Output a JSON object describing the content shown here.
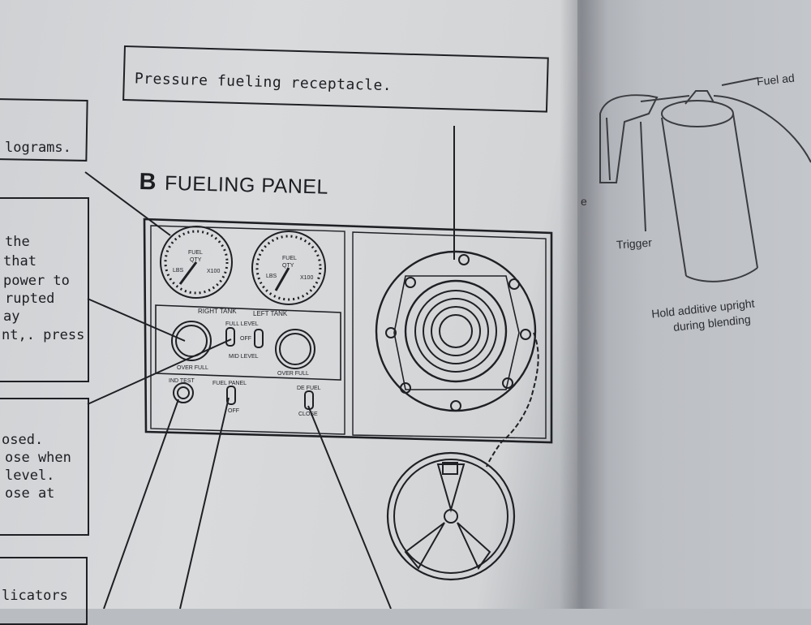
{
  "callout": {
    "text": "Pressure fueling receptacle."
  },
  "heading": {
    "letter": "B",
    "title": "FUELING PANEL"
  },
  "left_fragments": {
    "box1": [
      "lograms."
    ],
    "box2": [
      "the",
      "that",
      "power to",
      "rupted",
      "ay",
      "nt,. press"
    ],
    "box3": [
      "osed.",
      "ose when",
      "level.",
      "ose at"
    ],
    "box4": [
      "licators"
    ]
  },
  "panel_labels": {
    "gauge_fuel": "FUEL",
    "gauge_qty": "QTY",
    "gauge_lbs": "LBS",
    "gauge_x100": "X100",
    "right_tank": "RIGHT TANK",
    "left_tank": "LEFT TANK",
    "full_level": "FULL LEVEL",
    "off": "OFF",
    "mid_level": "MID LEVEL",
    "over_full": "OVER FULL",
    "ind_test": "IND TEST",
    "fuel_panel": "FUEL PANEL",
    "off2": "OFF",
    "de_fuel": "DE FUEL",
    "close": "CLOSE"
  },
  "right_page": {
    "fuel_label": "Fuel ad",
    "trigger": "Trigger",
    "caption_line1": "Hold additive upright",
    "caption_line2": "during blending",
    "edge_letter": "e"
  }
}
